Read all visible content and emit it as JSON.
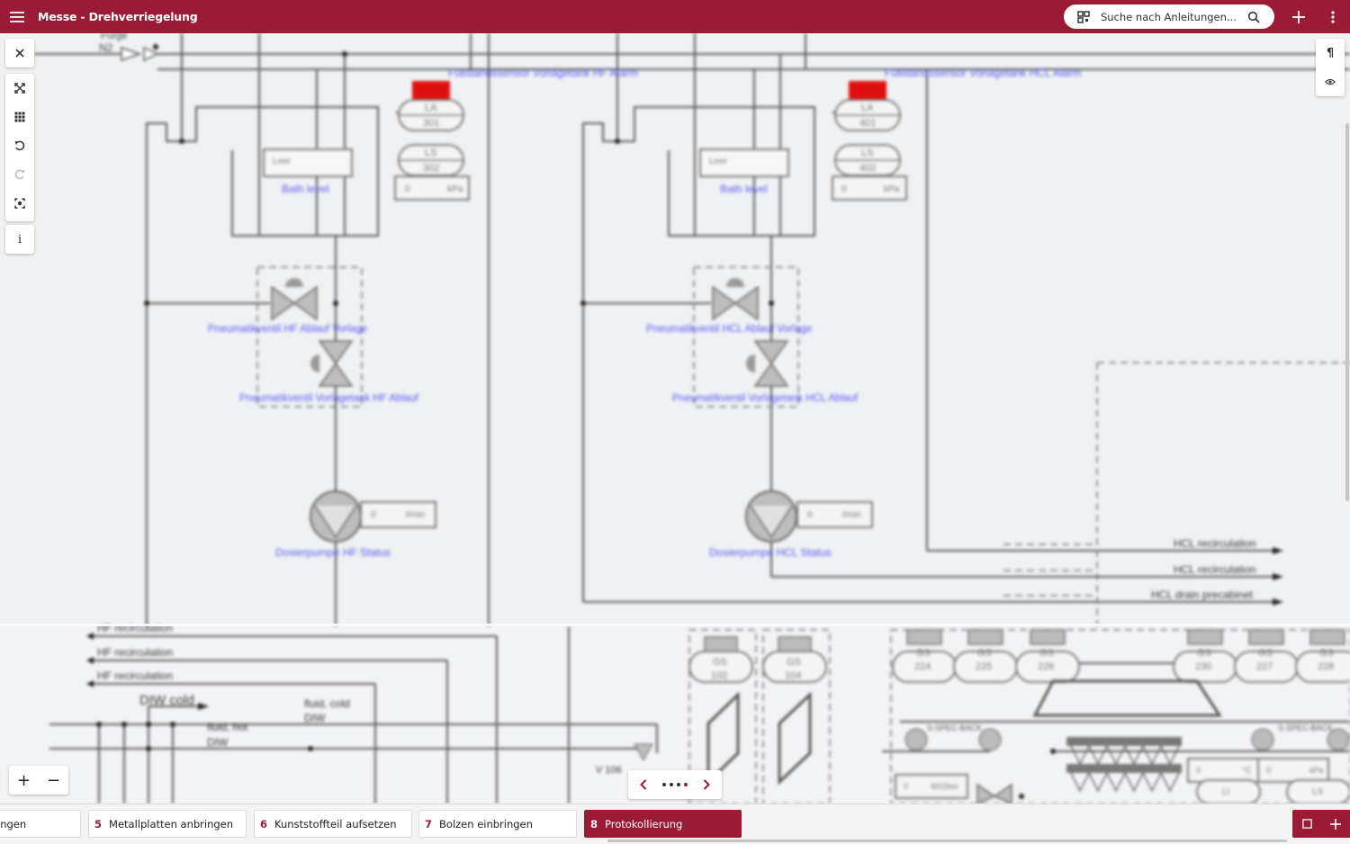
{
  "header": {
    "title": "Messe - Drehverriegelung",
    "search_placeholder": "Suche nach Anleitungen...",
    "brand_color": "#9b1b35"
  },
  "toolbar_left": [
    {
      "name": "close-button",
      "icon": "close-icon"
    },
    {
      "name": "expand-button",
      "icon": "expand-icon"
    },
    {
      "name": "grid-button",
      "icon": "grid-icon"
    },
    {
      "name": "undo-button",
      "icon": "undo-icon"
    },
    {
      "name": "redo-button",
      "icon": "redo-icon"
    },
    {
      "name": "focus-button",
      "icon": "focus-icon"
    },
    {
      "name": "info-button",
      "icon": "info-icon"
    }
  ],
  "toolbar_right": [
    {
      "name": "paragraph-button",
      "icon": "pilcrow-icon"
    },
    {
      "name": "visibility-button",
      "icon": "eye-icon"
    }
  ],
  "diagram": {
    "alarm_hf": "Füllstandssensor Vorlagetank HF Alarm",
    "alarm_hcl": "Füllstandssensor Vorlagetank HCL Alarm",
    "n2": "N2",
    "purge": "Purge",
    "la301": "LA",
    "la301_num": "301",
    "ls302": "LS",
    "ls302_num": "302",
    "la401": "LA",
    "la401_num": "401",
    "ls402": "LS",
    "ls402_num": "402",
    "kpa_value": "0",
    "kpa_unit": "kPa",
    "leer_hf": "Leer",
    "leer_hcl": "Leer",
    "bath_level": "Bath level",
    "valve_hf_1": "Pneumatikventil HF Ablauf Vorlage",
    "valve_hf_2": "Pneumatikventil Vorlagetank HF Ablauf",
    "valve_hcl_1": "Pneumatikventil HCL Ablauf Vorlage",
    "valve_hcl_2": "Pneumatikventil Vorlagetank HCL Ablauf",
    "pump_hf": "Dosierpumpe HF Status",
    "pump_hcl": "Dosierpumpe HCL Status",
    "pump_value": "0",
    "pump_unit": "l/min",
    "hcl_recirc_1": "HCL recirculation",
    "hcl_recirc_2": "HCL recirculation",
    "hcl_drain": "HCL drain precabinet",
    "hf_recirc_1": "HF recirculation",
    "hf_recirc_2": "HF recirculation",
    "hf_recirc_3": "HF recirculation",
    "diw_cold": "DIW cold",
    "fluid_cold": "fluid, cold",
    "diw_1": "DIW",
    "fluid_hot": "fluid, hot",
    "diw_2": "DIW",
    "v106": "V 106",
    "gs_label": "GS",
    "gs_102": "102",
    "gs_104": "104",
    "gs_224": "224",
    "gs_225": "225",
    "gs_226": "226",
    "gs_230": "230",
    "gs_227": "227",
    "gs_228": "228",
    "spec_1": "S-SPEC-BACK",
    "spec_2": "S-SPEC-BACK",
    "w_val": "0",
    "w_unit": "W/Ohm",
    "temp_val": "0",
    "temp_unit": "°C",
    "kpa2_val": "0",
    "kpa2_unit": "kPa",
    "li_label": "LI",
    "ls_label": "LS"
  },
  "pager": {
    "dots": 4,
    "active_index": 3
  },
  "steps": [
    {
      "num": "",
      "label": "ingen"
    },
    {
      "num": "5",
      "label": "Metallplatten anbringen"
    },
    {
      "num": "6",
      "label": "Kunststoffteil aufsetzen"
    },
    {
      "num": "7",
      "label": "Bolzen einbringen"
    },
    {
      "num": "8",
      "label": "Protokollierung",
      "active": true
    }
  ]
}
